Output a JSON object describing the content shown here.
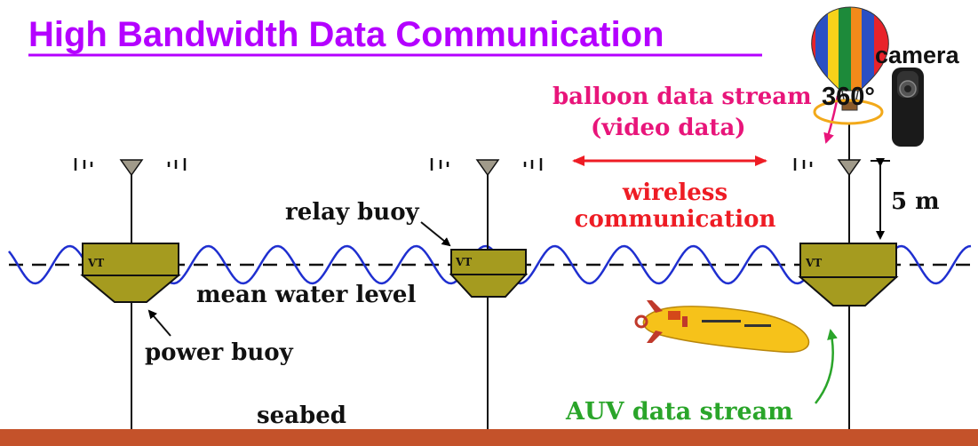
{
  "title": "High Bandwidth Data Communication",
  "labels": {
    "camera": "camera",
    "camera_degrees": "360°",
    "balloon_stream_line1": "balloon data stream",
    "balloon_stream_line2": "(video data)",
    "wireless_line1": "wireless",
    "wireless_line2": "communication",
    "relay_buoy": "relay buoy",
    "mean_water_level": "mean water level",
    "power_buoy": "power buoy",
    "seabed": "seabed",
    "auv_stream": "AUV data stream",
    "height": "5 m",
    "buoy_tag": "VT"
  },
  "colors": {
    "title": "#b400ff",
    "balloon_stream": "#e8157a",
    "wireless": "#ee1c24",
    "auv_stream": "#2aa52a",
    "wave": "#1f2fd0",
    "buoy": "#a59b1f",
    "seabed": "#c4522a",
    "auv_body": "#f6c21a"
  },
  "icons": [
    "balloon-icon",
    "camera-360-icon",
    "auv-icon",
    "antenna-icon"
  ]
}
